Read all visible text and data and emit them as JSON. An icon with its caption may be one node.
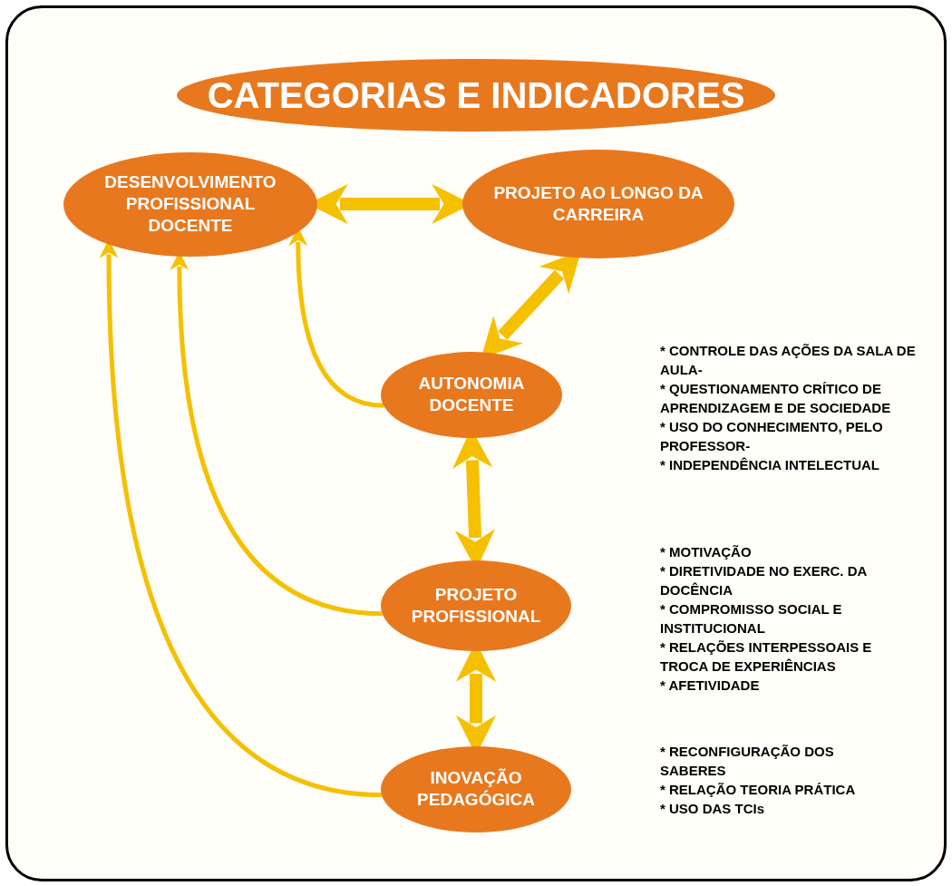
{
  "diagram": {
    "nodes": [
      {
        "text": [
          "CATEGORIAS E INDICADORES"
        ]
      },
      {
        "text": [
          "DESENVOLVIMENTO PROFISSIONAL DOCENTE"
        ]
      },
      {
        "text": [
          "PROJETO AO LONGO DA CARREIRA"
        ]
      },
      {
        "text": [
          "AUTONOMIA DOCENTE"
        ],
        "beside": [
          "* CONTROLE DAS AÇÕES DA SALA DE AULA-",
          "* QUESTIONAMENTO CRÍTICO DE APRENDIZAGEM E DE SOCIEDADE",
          "* USO DO CONHECIMENTO, PELO PROFESSOR-",
          "* INDEPENDÊNCIA INTELECTUAL"
        ]
      },
      {
        "text": [
          "PROJETO PROFISSIONAL"
        ],
        "beside": [
          "* MOTIVAÇÃO",
          "* DIRETIVIDADE NO EXERC. DA DOCÊNCIA",
          "* COMPROMISSO SOCIAL E INSTITUCIONAL",
          "* RELAÇÕES INTERPESSOAIS E TROCA DE EXPERIÊNCIAS",
          "* AFETIVIDADE"
        ]
      },
      {
        "text": [
          "INOVAÇÃO PEDAGÓGICA"
        ],
        "beside": [
          "* RECONFIGURAÇÃO DOS SABERES",
          "* RELAÇÃO TEORIA PRÁTICA",
          "* USO DAS TCIs"
        ]
      }
    ],
    "edges": [
      {
        "from": 1,
        "to": 2,
        "arrow": "both"
      },
      {
        "from": 2,
        "to": 3,
        "arrow": "both"
      },
      {
        "from": 3,
        "to": 4,
        "arrow": "both"
      },
      {
        "from": 4,
        "to": 5,
        "arrow": "both"
      },
      {
        "from": 3,
        "to": 1,
        "arrow": "to"
      },
      {
        "from": 4,
        "to": 1,
        "arrow": "to"
      },
      {
        "from": 5,
        "to": 1,
        "arrow": "to"
      }
    ]
  }
}
